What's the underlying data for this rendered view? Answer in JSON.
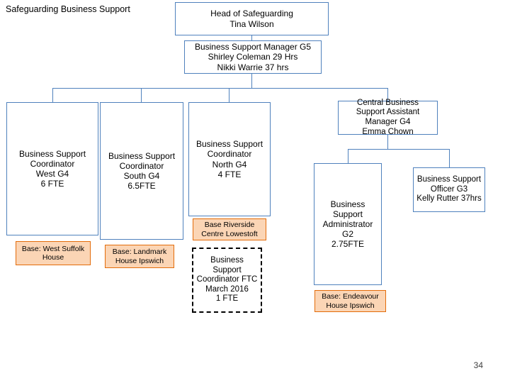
{
  "title": "Safeguarding Business Support",
  "page_number": "34",
  "colors": {
    "box_border_blue": "#4f81bd",
    "box_border_orange": "#e36c0a",
    "box_fill_orange": "#fbd5b5",
    "box_fill_white": "#ffffff",
    "dashed_border": "#000000"
  },
  "nodes": {
    "head": {
      "lines": [
        "Head of Safeguarding",
        "Tina Wilson"
      ]
    },
    "bs_manager": {
      "lines": [
        "Business Support Manager G5",
        "Shirley Coleman 29 Hrs",
        "Nikki Warrie 37 hrs"
      ]
    },
    "coord_west": {
      "lines": [
        "Business Support",
        "Coordinator",
        "West G4",
        "6 FTE"
      ]
    },
    "coord_south": {
      "lines": [
        "Business Support",
        "Coordinator",
        "South G4",
        "6.5FTE"
      ]
    },
    "coord_north": {
      "lines": [
        "Business Support",
        "Coordinator",
        "North G4",
        "4 FTE"
      ]
    },
    "central_assistant_manager": {
      "lines": [
        "Central Business",
        "Support Assistant",
        "Manager G4",
        "Emma Chown"
      ]
    },
    "bs_administrator": {
      "lines": [
        "Business",
        "Support",
        "Administrator",
        "G2",
        "2.75FTE"
      ]
    },
    "bs_officer": {
      "lines": [
        "Business Support",
        "Officer G3",
        "Kelly Rutter 37hrs"
      ]
    },
    "base_west_suffolk": {
      "lines": [
        "Base: West Suffolk",
        "House"
      ]
    },
    "base_landmark": {
      "lines": [
        "Base: Landmark",
        "House  Ipswich"
      ]
    },
    "base_riverside": {
      "lines": [
        "Base Riverside",
        "Centre Lowestoft"
      ]
    },
    "base_endeavour": {
      "lines": [
        "Base: Endeavour",
        "House Ipswich"
      ]
    },
    "coord_ftc": {
      "lines": [
        "Business",
        "Support",
        "Coordinator FTC",
        "March 2016",
        "1 FTE"
      ]
    }
  }
}
